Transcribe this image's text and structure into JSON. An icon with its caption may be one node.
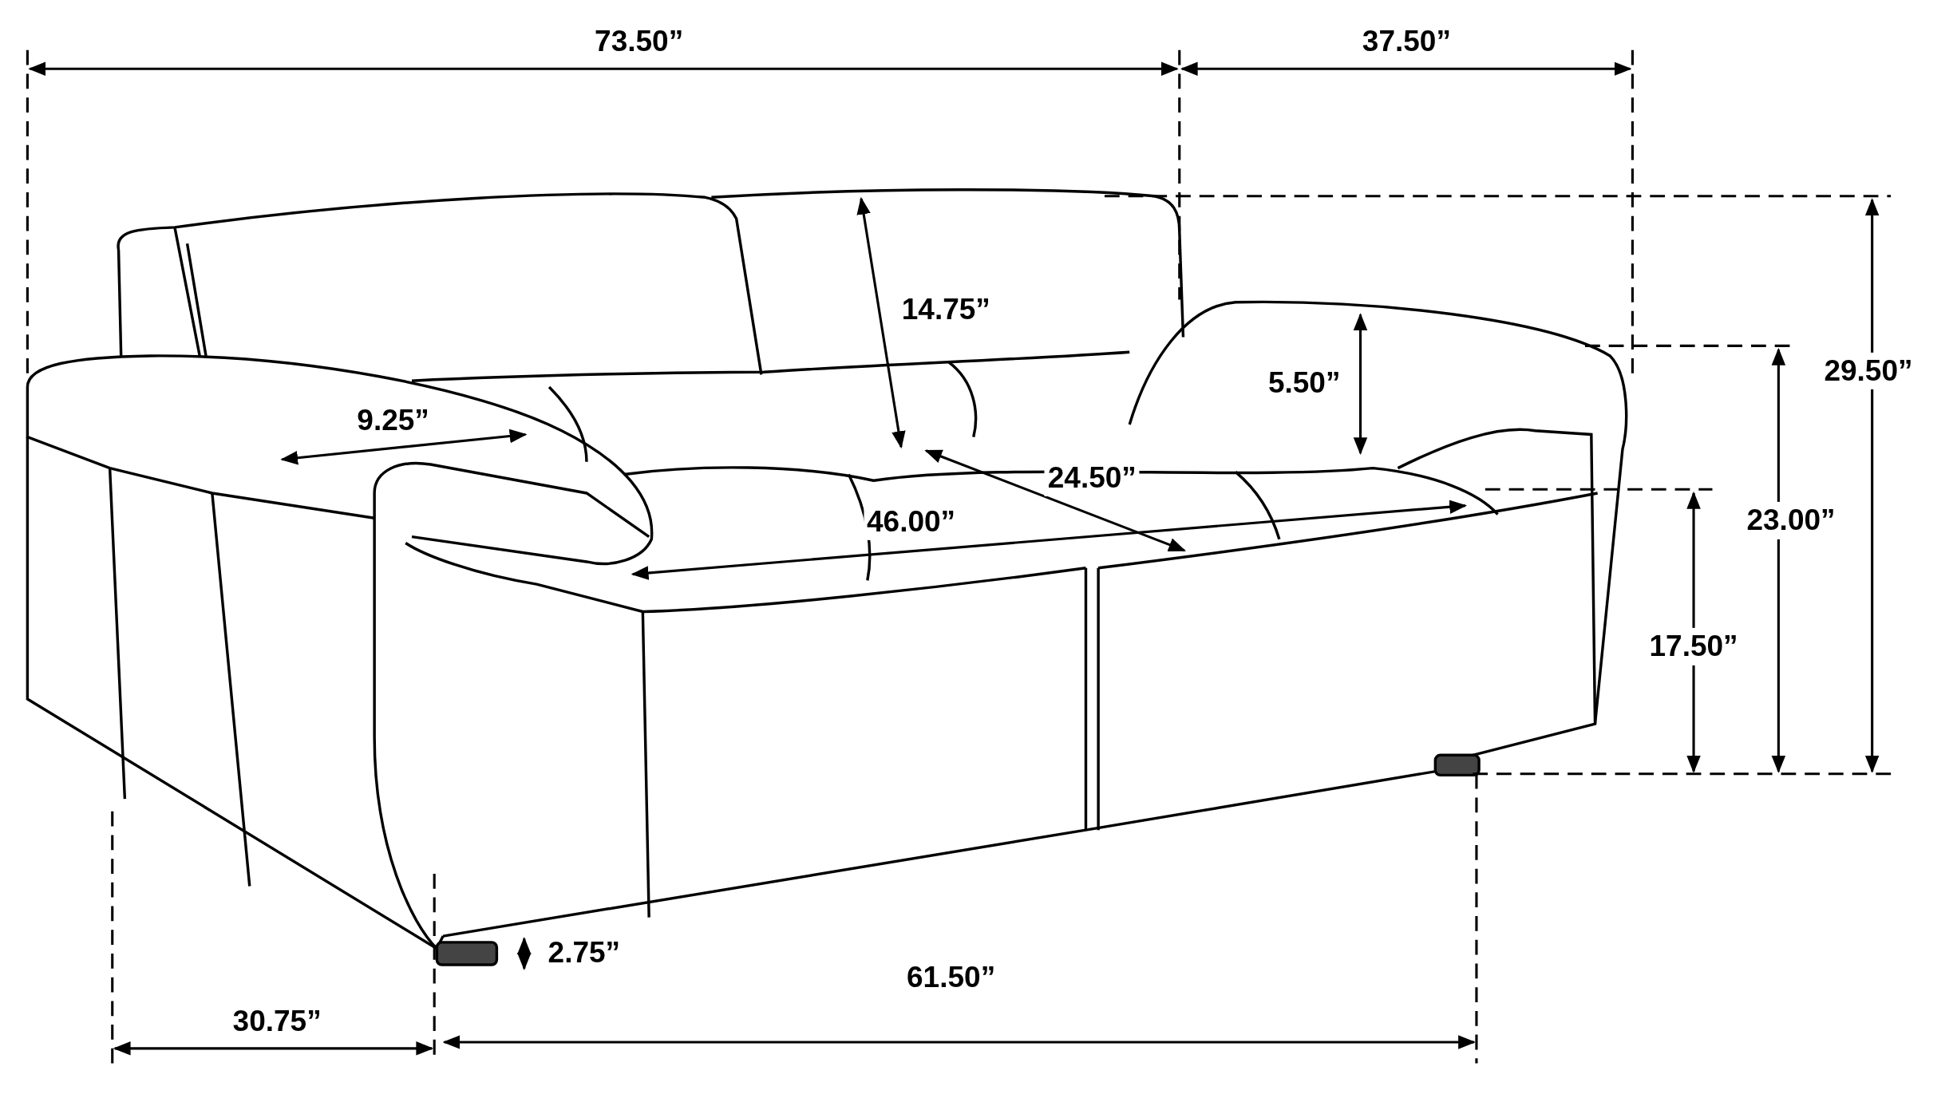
{
  "diagram": {
    "labels": [
      "73.50”",
      "37.50”",
      "14.75”",
      "29.50”",
      "5.50”",
      "9.25”",
      "24.50”",
      "23.00”",
      "46.00”",
      "17.50”",
      "2.75”",
      "30.75”",
      "61.50”"
    ]
  }
}
